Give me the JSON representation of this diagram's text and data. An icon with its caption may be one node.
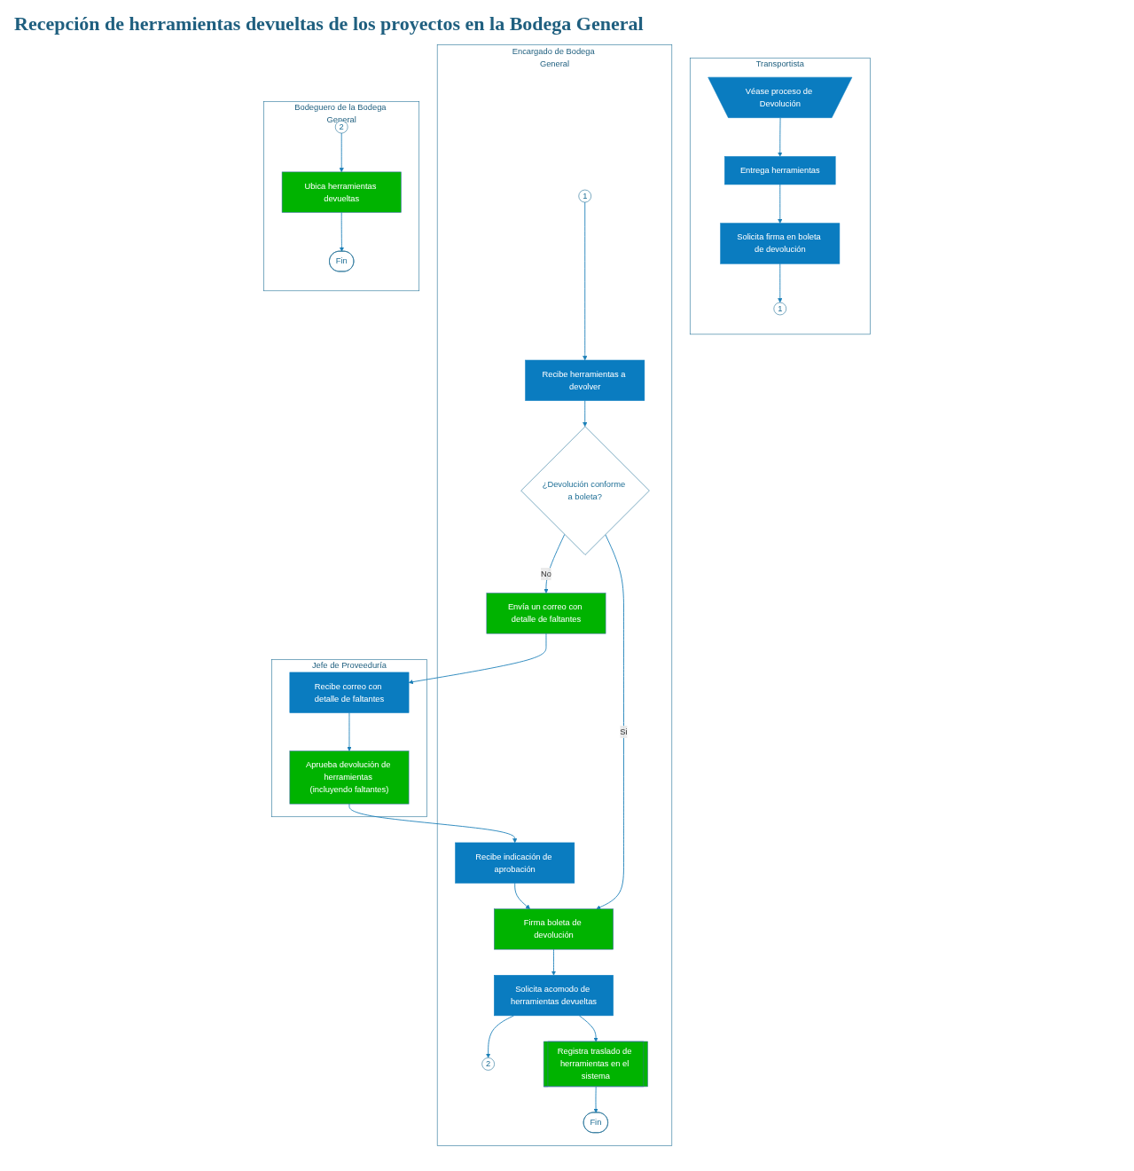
{
  "diagram": {
    "title": "Recepción de herramientas devueltas de los proyectos en la Bodega General",
    "nodes": [
      {
        "text": [
          "Transportista"
        ]
      },
      {
        "text": [
          "Véase proceso de Devolución"
        ],
        "in": 0
      },
      {
        "text": [
          "Entrega herramientas"
        ],
        "in": 0
      },
      {
        "text": [
          "Solicita firma en boleta de devolución"
        ],
        "in": 0
      },
      {
        "text": [
          "1"
        ],
        "in": 0
      },
      {
        "text": [
          "Jefe de Proveeduría"
        ]
      },
      {
        "text": [
          "Recibe correo con detalle de faltantes"
        ],
        "in": 5
      },
      {
        "text": [
          "Aprueba devolución de herramientas (incluyendo faltantes)"
        ],
        "in": 5
      },
      {
        "text": [
          "Encargado de Bodega General"
        ]
      },
      {
        "text": [
          "1"
        ],
        "in": 8
      },
      {
        "text": [
          "Recibe herramientas a devolver"
        ],
        "in": 8
      },
      {
        "text": [
          "¿Devolución conforme a boleta?"
        ],
        "in": 8
      },
      {
        "text": [
          "Envía un correo con detalle de faltantes"
        ],
        "in": 8
      },
      {
        "text": [
          "Recibe indicación de aprobación"
        ],
        "in": 8
      },
      {
        "text": [
          "Firma boleta de devolución"
        ],
        "in": 8
      },
      {
        "text": [
          "2"
        ],
        "in": 8
      },
      {
        "text": [
          "Solicita acomodo de herramientas devueltas"
        ],
        "in": 8
      },
      {
        "text": [
          "Registra traslado de herramientas en el sistema"
        ],
        "in": 8
      },
      {
        "text": [
          "Fin"
        ],
        "in": 8
      },
      {
        "text": [
          "Bodeguero de la Bodega General"
        ]
      },
      {
        "text": [
          "2"
        ],
        "in": 19
      },
      {
        "text": [
          "Ubica herramientas devueltas"
        ],
        "in": 19
      },
      {
        "text": [
          "Fin"
        ],
        "in": 19
      }
    ],
    "edges": [
      {
        "from": 1,
        "to": 2,
        "arrow": "to"
      },
      {
        "from": 2,
        "to": 3,
        "arrow": "to"
      },
      {
        "from": 3,
        "to": 4,
        "arrow": "to"
      },
      {
        "from": 9,
        "to": 10,
        "arrow": "to"
      },
      {
        "from": 10,
        "to": 11,
        "arrow": "to"
      },
      {
        "from": 11,
        "to": 12,
        "label": "No",
        "arrow": "to"
      },
      {
        "from": 12,
        "to": 6,
        "arrow": "to"
      },
      {
        "from": 6,
        "to": 7,
        "arrow": "to"
      },
      {
        "from": 7,
        "to": 13,
        "arrow": "to"
      },
      {
        "from": 13,
        "to": 14,
        "arrow": "to"
      },
      {
        "from": 11,
        "to": 14,
        "label": "Si",
        "arrow": "to"
      },
      {
        "from": 14,
        "to": 16,
        "arrow": "to"
      },
      {
        "from": 16,
        "to": 15,
        "arrow": "to"
      },
      {
        "from": 16,
        "to": 17,
        "arrow": "to"
      },
      {
        "from": 17,
        "to": 18,
        "arrow": "to"
      },
      {
        "from": 20,
        "to": 21,
        "arrow": "to"
      },
      {
        "from": 21,
        "to": 22,
        "arrow": "to"
      }
    ]
  }
}
